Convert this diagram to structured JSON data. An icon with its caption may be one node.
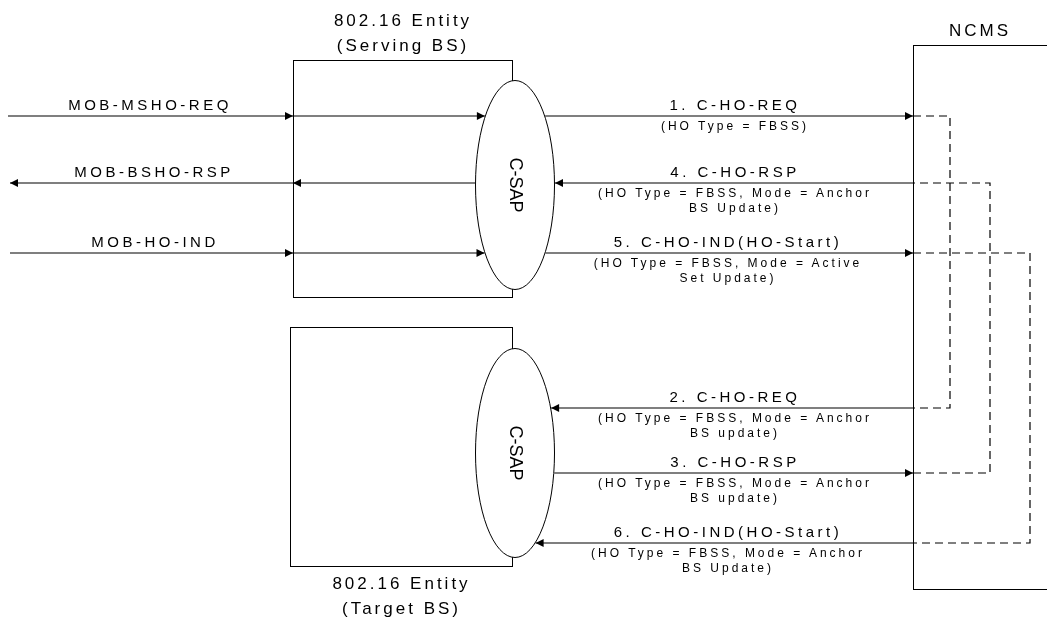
{
  "diagram": {
    "nodes": [
      {
        "text": [
          "802.16 Entity (Serving BS)"
        ]
      },
      {
        "text": [
          "C-SAP"
        ]
      },
      {
        "text": [
          "802.16 Entity (Target BS)"
        ]
      },
      {
        "text": [
          "C-SAP"
        ]
      },
      {
        "text": [
          "NCMS"
        ]
      }
    ],
    "edges": [
      {
        "from": null,
        "to": 1,
        "arrow": "to",
        "label": "MOB-MSHO-REQ"
      },
      {
        "from": 1,
        "to": null,
        "arrow": "to",
        "label": "MOB-BSHO-RSP"
      },
      {
        "from": null,
        "to": 1,
        "arrow": "to",
        "label": "MOB-HO-IND"
      },
      {
        "from": 1,
        "to": 4,
        "arrow": "to",
        "label": "1. C-HO-REQ"
      },
      {
        "from": 4,
        "to": 1,
        "arrow": "to",
        "label": "4. C-HO-RSP"
      },
      {
        "from": 1,
        "to": 4,
        "arrow": "to",
        "label": "5. C-HO-IND(HO-Start)"
      },
      {
        "from": 4,
        "to": 3,
        "arrow": "to",
        "label": "2. C-HO-REQ"
      },
      {
        "from": 3,
        "to": 4,
        "arrow": "to",
        "label": "3. C-HO-RSP"
      },
      {
        "from": 4,
        "to": 3,
        "arrow": "to",
        "label": "6. C-HO-IND(HO-Start)"
      }
    ],
    "labels": [
      "(HO Type = FBSS)",
      "(HO Type = FBSS, Mode = Anchor BS Update)",
      "(HO Type = FBSS, Mode = Active Set Update)",
      "(HO Type = FBSS, Mode = Anchor BS update)",
      "(HO Type = FBSS, Mode = Anchor BS update)",
      "(HO Type = FBSS, Mode = Anchor BS Update)"
    ]
  }
}
